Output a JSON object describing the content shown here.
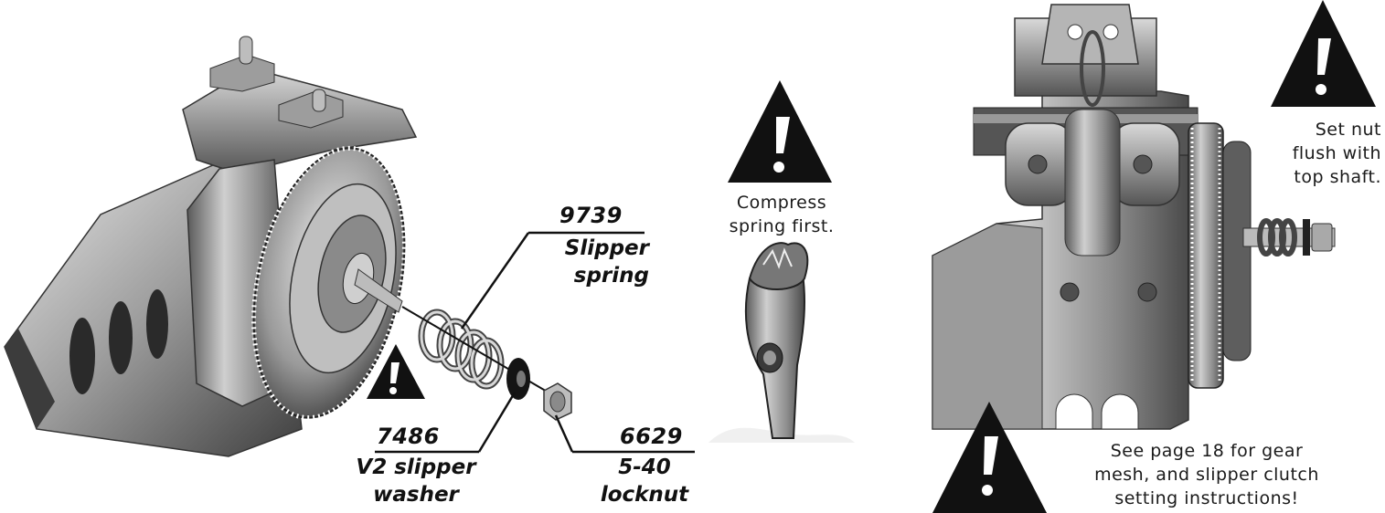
{
  "parts": [
    {
      "number": "9739",
      "name_line1": "Slipper",
      "name_line2": "spring"
    },
    {
      "number": "7486",
      "name_line1": "V2 slipper",
      "name_line2": "washer"
    },
    {
      "number": "6629",
      "name_line1": "5-40",
      "name_line2": "locknut"
    }
  ],
  "notes": {
    "compress_line1": "Compress",
    "compress_line2": "spring first.",
    "setnut_line1": "Set nut",
    "setnut_line2": "flush with",
    "setnut_line3": "top shaft.",
    "seepage_line1": "See page 18 for gear",
    "seepage_line2": "mesh, and slipper clutch",
    "seepage_line3": "setting instructions!"
  },
  "icons": [
    "warning-icon"
  ],
  "colors": {
    "ink": "#111111",
    "metal_light": "#d6d6d6",
    "metal_mid": "#9a9a9a",
    "metal_dark": "#4a4a4a"
  }
}
